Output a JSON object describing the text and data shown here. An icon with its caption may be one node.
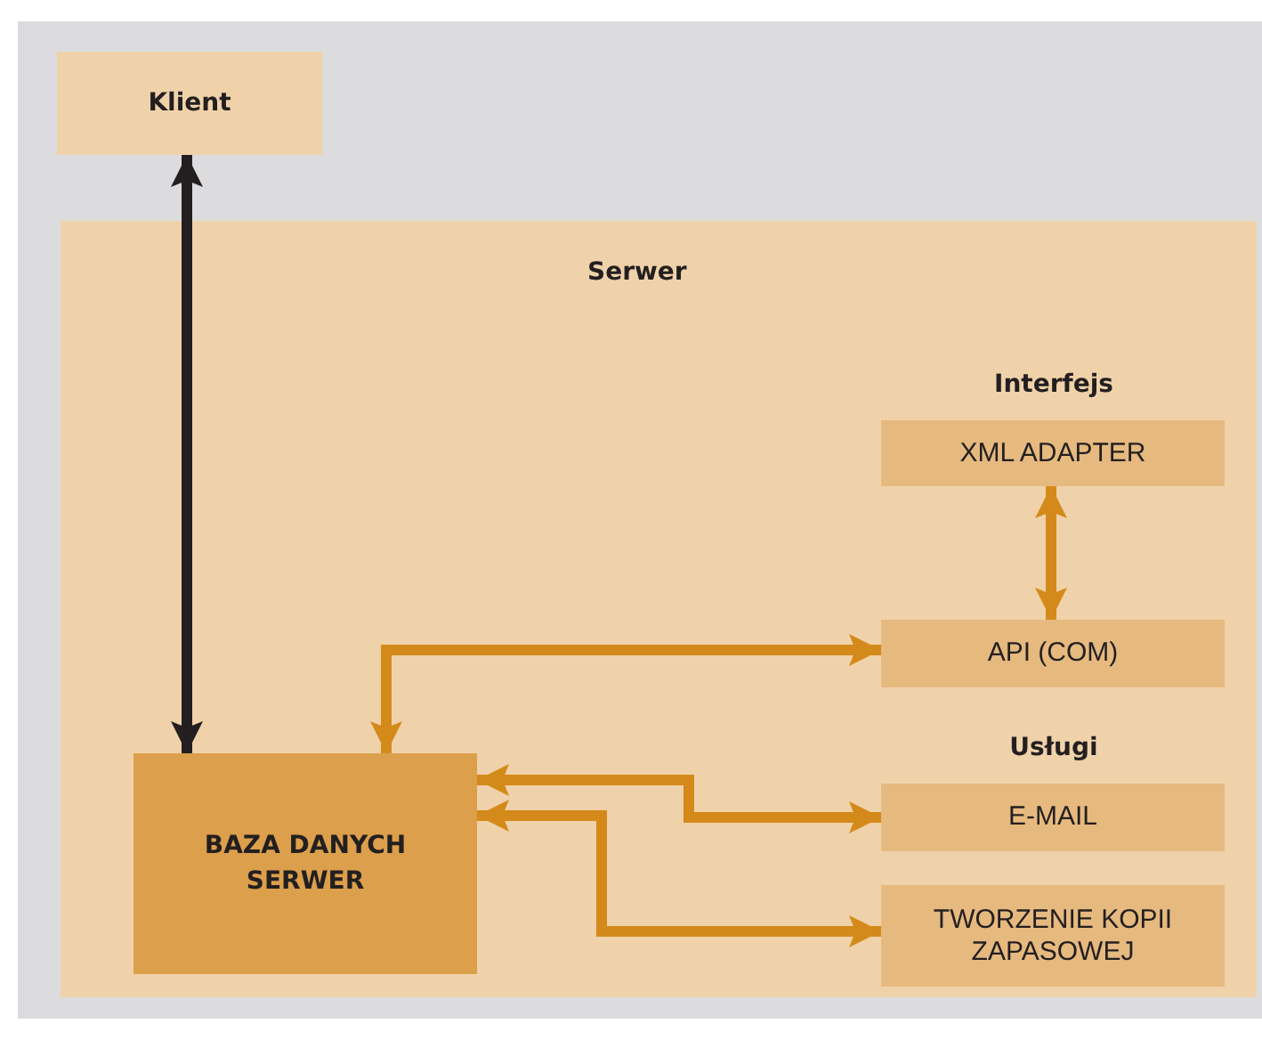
{
  "diagram": {
    "nodes": [
      {
        "text": [
          "Klient"
        ]
      },
      {
        "text": [
          "Serwer"
        ]
      },
      {
        "text": [
          "BAZA DANYCH SERWER"
        ],
        "in": 1
      },
      {
        "text": [
          "XML ADAPTER"
        ],
        "in": 1
      },
      {
        "text": [
          "API (COM)"
        ],
        "in": 1
      },
      {
        "text": [
          "E-MAIL"
        ],
        "in": 1
      },
      {
        "text": [
          "TWORZENIE KOPII ZAPASOWEJ"
        ],
        "in": 1
      }
    ],
    "edges": [
      {
        "from": 0,
        "to": 2,
        "arrow": "both",
        "color": "#231f20"
      },
      {
        "from": 3,
        "to": 4,
        "arrow": "both"
      },
      {
        "from": 2,
        "to": 4,
        "arrow": "both"
      },
      {
        "from": 2,
        "to": 5,
        "arrow": "both"
      },
      {
        "from": 2,
        "to": 6,
        "arrow": "both"
      }
    ],
    "labels": [
      "Interfejs",
      "Usługi"
    ]
  }
}
